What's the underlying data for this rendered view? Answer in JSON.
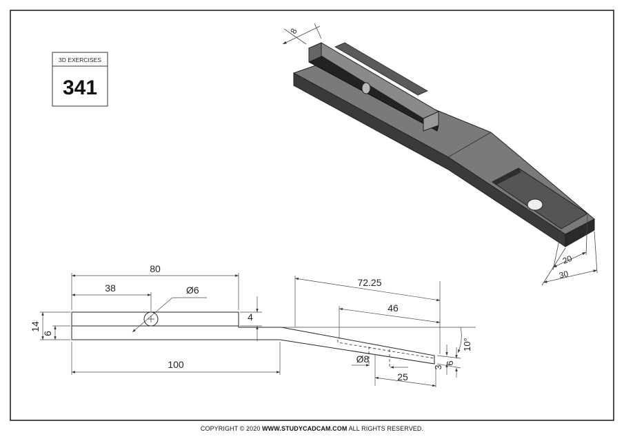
{
  "badge": {
    "label": "3D EXERCISES",
    "number": "341"
  },
  "iso_dims": {
    "slot_width": "8",
    "inner_width": "20",
    "outer_width": "30"
  },
  "side_dims": {
    "top_length": "80",
    "hole_pos": "38",
    "hole_dia": "Ø6",
    "rib_height": "4",
    "total_height": "14",
    "plate_height": "6",
    "base_length": "100",
    "bend_length": "72.25",
    "pocket_length": "46",
    "angle": "10°",
    "end_hole_dia": "Ø8",
    "end_hole_pos": "25",
    "pocket_depth": "3",
    "end_thickness": "6"
  },
  "footer": {
    "prefix": "COPYRIGHT © 2020 ",
    "site": "WWW.STUDYCADCAM.COM",
    "suffix": " ALL RIGHTS RESERVED."
  }
}
